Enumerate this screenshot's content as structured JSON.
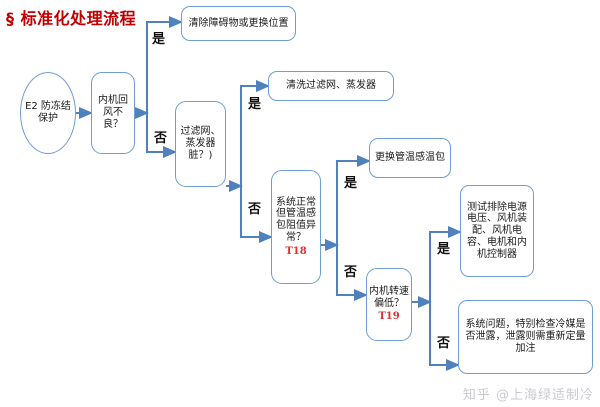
{
  "page": {
    "title": "§ 标准化处理流程",
    "title_color": "#c00000",
    "background": "#ffffff",
    "box_border_color": "#6f9ed4",
    "arrow_color": "#4f81bd",
    "tag_color": "#e03030",
    "watermark": "知乎 @上海绿适制冷"
  },
  "nodes": {
    "start": {
      "text": "E2 防冻结保护",
      "shape": "ellipse"
    },
    "d1": {
      "text": "内机回风不良？",
      "shape": "decision"
    },
    "d2": {
      "text": "过滤网、蒸发器脏？)",
      "shape": "decision"
    },
    "d3": {
      "text": "系统正常但管温感包阻值异常？",
      "tag": "T18",
      "shape": "decision"
    },
    "d4": {
      "text": "内机转速偏低？",
      "tag": "T19",
      "shape": "decision"
    },
    "a1": {
      "text": "清除障碍物或更换位置",
      "shape": "action"
    },
    "a2": {
      "text": "清洗过滤网、蒸发器",
      "shape": "action"
    },
    "a3": {
      "text": "更换管温感温包",
      "shape": "action"
    },
    "a4": {
      "text": "测试排除电源电压、风机装配、风机电容、电机和内机控制器",
      "shape": "action"
    },
    "a5": {
      "text": "系统问题，特别检查冷媒是否泄露，泄露则需重新定量加注",
      "shape": "action"
    }
  },
  "edge_labels": {
    "d1_yes": "是",
    "d1_no": "否",
    "d2_yes": "是",
    "d2_no": "否",
    "d3_yes": "是",
    "d3_no": "否",
    "d4_yes": "是",
    "d4_no": "否"
  },
  "chart_data": {
    "type": "diagram",
    "title": "§ 标准化处理流程",
    "nodes": [
      {
        "id": "start",
        "label": "E2 防冻结保护",
        "shape": "ellipse"
      },
      {
        "id": "d1",
        "label": "内机回风不良？",
        "shape": "decision"
      },
      {
        "id": "a1",
        "label": "清除障碍物或更换位置",
        "shape": "action"
      },
      {
        "id": "d2",
        "label": "过滤网、蒸发器脏？)",
        "shape": "decision"
      },
      {
        "id": "a2",
        "label": "清洗过滤网、蒸发器",
        "shape": "action"
      },
      {
        "id": "d3",
        "label": "系统正常但管温感包阻值异常？ T18",
        "shape": "decision"
      },
      {
        "id": "a3",
        "label": "更换管温感温包",
        "shape": "action"
      },
      {
        "id": "d4",
        "label": "内机转速偏低？ T19",
        "shape": "decision"
      },
      {
        "id": "a4",
        "label": "测试排除电源电压、风机装配、风机电容、电机和内机控制器",
        "shape": "action"
      },
      {
        "id": "a5",
        "label": "系统问题，特别检查冷媒是否泄露，泄露则需重新定量加注",
        "shape": "action"
      }
    ],
    "edges": [
      {
        "from": "start",
        "to": "d1",
        "label": ""
      },
      {
        "from": "d1",
        "to": "a1",
        "label": "是"
      },
      {
        "from": "d1",
        "to": "d2",
        "label": "否"
      },
      {
        "from": "d2",
        "to": "a2",
        "label": "是"
      },
      {
        "from": "d2",
        "to": "d3",
        "label": "否"
      },
      {
        "from": "d3",
        "to": "a3",
        "label": "是"
      },
      {
        "from": "d3",
        "to": "d4",
        "label": "否"
      },
      {
        "from": "d4",
        "to": "a4",
        "label": "是"
      },
      {
        "from": "d4",
        "to": "a5",
        "label": "否"
      }
    ]
  }
}
